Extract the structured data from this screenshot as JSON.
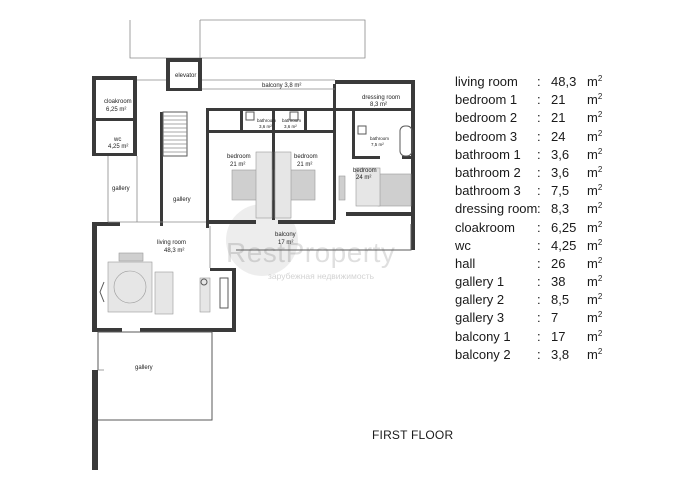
{
  "floor_title": "FIRST FLOOR",
  "watermark": {
    "brand": "RestProperty",
    "tagline": "зарубежная недвижимость"
  },
  "rooms": {
    "elevator": "elevator",
    "balcony_top": "balcony 3,8 m²",
    "dressing_room": "dressing room",
    "dressing_room_area": "8,3 m²",
    "cloakroom": "cloakroom",
    "cloakroom_area": "6,25 m²",
    "wc": "wc",
    "wc_area": "4,25 m²",
    "bathroom_left": "bathroom",
    "bathroom_left_area": "3,6 m²",
    "bathroom_mid": "bathroom",
    "bathroom_mid_area": "3,6 m²",
    "bathroom_right": "bathroom",
    "bathroom_right_area": "7,5 m²",
    "bedroom_left": "bedroom",
    "bedroom_left_area": "21 m²",
    "bedroom_mid": "bedroom",
    "bedroom_mid_area": "21 m²",
    "bedroom_right": "bedroom",
    "bedroom_right_area": "24 m²",
    "gallery_left": "gallery",
    "gallery_mid": "gallery",
    "gallery_bottom": "gallery",
    "living_room": "living room",
    "living_room_area": "48,3 m²",
    "balcony_bottom": "balcony",
    "balcony_bottom_area": "17 m²"
  },
  "legend": [
    {
      "name": "living room",
      "value": "48,3",
      "unit": "m"
    },
    {
      "name": "bedroom 1",
      "value": "21",
      "unit": "m"
    },
    {
      "name": "bedroom 2",
      "value": "21",
      "unit": "m"
    },
    {
      "name": "bedroom 3",
      "value": "24",
      "unit": "m"
    },
    {
      "name": "bathroom 1",
      "value": "3,6",
      "unit": "m"
    },
    {
      "name": "bathroom 2",
      "value": "3,6",
      "unit": "m"
    },
    {
      "name": "bathroom 3",
      "value": "7,5",
      "unit": "m"
    },
    {
      "name": "dressing room",
      "value": "8,3",
      "unit": "m"
    },
    {
      "name": "cloakroom",
      "value": "6,25",
      "unit": "m"
    },
    {
      "name": "wc",
      "value": "4,25",
      "unit": "m"
    },
    {
      "name": "hall",
      "value": "26",
      "unit": "m"
    },
    {
      "name": "gallery 1",
      "value": "38",
      "unit": "m"
    },
    {
      "name": "gallery 2",
      "value": "8,5",
      "unit": "m"
    },
    {
      "name": "gallery 3",
      "value": "7",
      "unit": "m"
    },
    {
      "name": "balcony 1",
      "value": "17",
      "unit": "m"
    },
    {
      "name": "balcony 2",
      "value": "3,8",
      "unit": "m"
    }
  ],
  "legend_separator": ":",
  "legend_unit_exp": "2"
}
